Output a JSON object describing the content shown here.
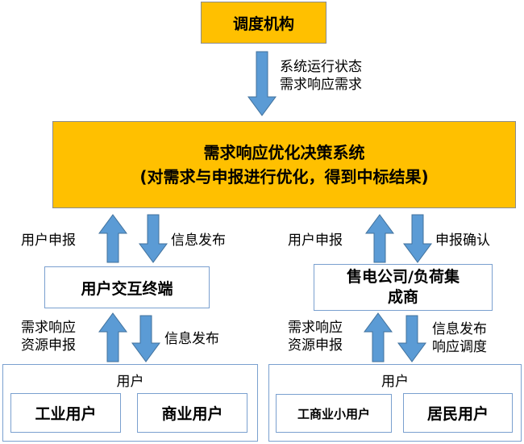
{
  "nodes": {
    "dispatch": "调度机构",
    "system_line1": "需求响应优化决策系统",
    "system_line2": "(对需求与申报进行优化，得到中标结果)",
    "terminal": "用户交互终端",
    "retailer_line1": "售电公司/负荷集",
    "retailer_line2": "成商",
    "group_left_title": "用户",
    "industrial": "工业用户",
    "commercial": "商业用户",
    "group_right_title": "用户",
    "small_commercial": "工商业小用户",
    "residential": "居民用户"
  },
  "edges": {
    "top_line1": "系统运行状态",
    "top_line2": "需求响应需求",
    "left_up": "用户申报",
    "left_down": "信息发布",
    "right_up": "用户申报",
    "right_down": "申报确认",
    "ll_up_line1": "需求响应",
    "ll_up_line2": "资源申报",
    "ll_down": "信息发布",
    "lr_up_line1": "需求响应",
    "lr_up_line2": "资源申报",
    "lr_down_line1": "信息发布",
    "lr_down_line2": "响应调度"
  },
  "colors": {
    "gold": "#FFC000",
    "arrow_fill": "#5B9BD5",
    "arrow_stroke": "#41719C",
    "box_border": "#7AA0CF"
  }
}
